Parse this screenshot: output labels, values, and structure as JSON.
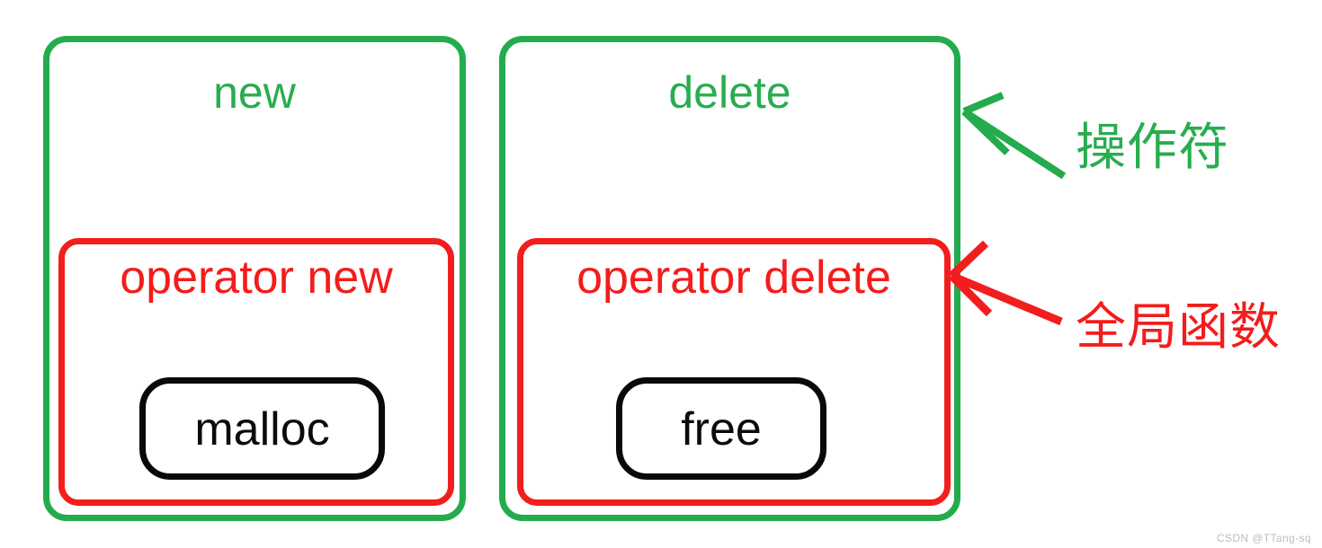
{
  "diagram": {
    "title_hidden": "",
    "colors": {
      "green": "#24ab4d",
      "red": "#f21d1d",
      "black": "#090909",
      "background": "#ffffff",
      "watermark": "#b9bcc0"
    },
    "groups": [
      {
        "id": "new-group",
        "outer_label": "new",
        "outer_color": "#24ab4d",
        "middle_label": "operator new",
        "middle_color": "#f21d1d",
        "inner_label": "malloc",
        "inner_color": "#090909"
      },
      {
        "id": "delete-group",
        "outer_label": "delete",
        "outer_color": "#24ab4d",
        "middle_label": "operator delete",
        "middle_color": "#f21d1d",
        "inner_label": "free",
        "inner_color": "#090909"
      }
    ],
    "annotations": [
      {
        "id": "operator-annotation",
        "text": "操作符",
        "color": "#24ab4d",
        "points_to": "delete-group-outer-box"
      },
      {
        "id": "global-function-annotation",
        "text": "全局函数",
        "color": "#f21d1d",
        "points_to": "operator-delete-box"
      }
    ],
    "watermark": "CSDN @TTang-sq"
  }
}
